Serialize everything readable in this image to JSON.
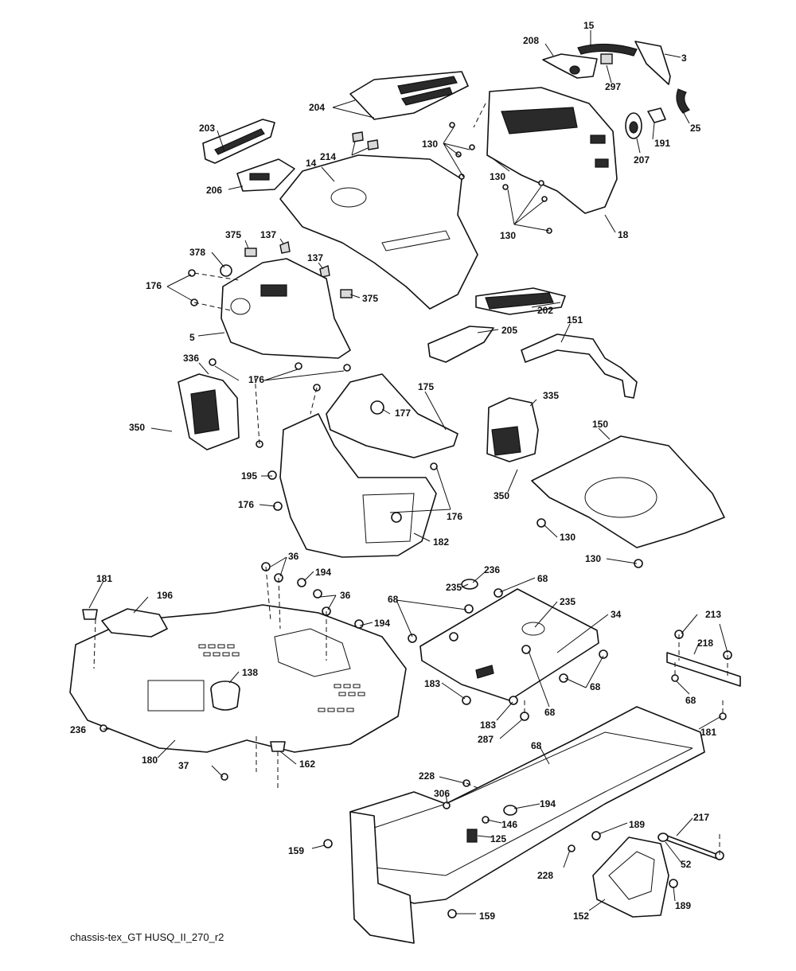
{
  "caption": "chassis-tex_GT HUSQ_II_270_r2",
  "callouts": [
    {
      "id": "c15",
      "text": "15"
    },
    {
      "id": "c208",
      "text": "208"
    },
    {
      "id": "c3",
      "text": "3"
    },
    {
      "id": "c297",
      "text": "297"
    },
    {
      "id": "c204",
      "text": "204"
    },
    {
      "id": "c25",
      "text": "25"
    },
    {
      "id": "c203",
      "text": "203"
    },
    {
      "id": "c130a",
      "text": "130"
    },
    {
      "id": "c191",
      "text": "191"
    },
    {
      "id": "c207",
      "text": "207"
    },
    {
      "id": "c214",
      "text": "214"
    },
    {
      "id": "c14",
      "text": "14"
    },
    {
      "id": "c206",
      "text": "206"
    },
    {
      "id": "c130b",
      "text": "130"
    },
    {
      "id": "c130c",
      "text": "130"
    },
    {
      "id": "c18",
      "text": "18"
    },
    {
      "id": "c375a",
      "text": "375"
    },
    {
      "id": "c137a",
      "text": "137"
    },
    {
      "id": "c378",
      "text": "378"
    },
    {
      "id": "c137b",
      "text": "137"
    },
    {
      "id": "c176a",
      "text": "176"
    },
    {
      "id": "c375b",
      "text": "375"
    },
    {
      "id": "c202",
      "text": "202"
    },
    {
      "id": "c5",
      "text": "5"
    },
    {
      "id": "c151",
      "text": "151"
    },
    {
      "id": "c205",
      "text": "205"
    },
    {
      "id": "c336",
      "text": "336"
    },
    {
      "id": "c176b",
      "text": "176"
    },
    {
      "id": "c175",
      "text": "175"
    },
    {
      "id": "c335",
      "text": "335"
    },
    {
      "id": "c177",
      "text": "177"
    },
    {
      "id": "c350a",
      "text": "350"
    },
    {
      "id": "c150",
      "text": "150"
    },
    {
      "id": "c195",
      "text": "195"
    },
    {
      "id": "c350b",
      "text": "350"
    },
    {
      "id": "c176c",
      "text": "176"
    },
    {
      "id": "c176d",
      "text": "176"
    },
    {
      "id": "c130d",
      "text": "130"
    },
    {
      "id": "c182",
      "text": "182"
    },
    {
      "id": "c130e",
      "text": "130"
    },
    {
      "id": "c36a",
      "text": "36"
    },
    {
      "id": "c236a",
      "text": "236"
    },
    {
      "id": "c181a",
      "text": "181"
    },
    {
      "id": "c194a",
      "text": "194"
    },
    {
      "id": "c235a",
      "text": "235"
    },
    {
      "id": "c68a",
      "text": "68"
    },
    {
      "id": "c196",
      "text": "196"
    },
    {
      "id": "c36b",
      "text": "36"
    },
    {
      "id": "c68b",
      "text": "68"
    },
    {
      "id": "c235b",
      "text": "235"
    },
    {
      "id": "c194b",
      "text": "194"
    },
    {
      "id": "c34",
      "text": "34"
    },
    {
      "id": "c213",
      "text": "213"
    },
    {
      "id": "c218",
      "text": "218"
    },
    {
      "id": "c138",
      "text": "138"
    },
    {
      "id": "c183a",
      "text": "183"
    },
    {
      "id": "c68c",
      "text": "68"
    },
    {
      "id": "c68d",
      "text": "68"
    },
    {
      "id": "c68e",
      "text": "68"
    },
    {
      "id": "c236b",
      "text": "236"
    },
    {
      "id": "c287",
      "text": "287"
    },
    {
      "id": "c183b",
      "text": "183"
    },
    {
      "id": "c68f",
      "text": "68"
    },
    {
      "id": "c180",
      "text": "180"
    },
    {
      "id": "c37",
      "text": "37"
    },
    {
      "id": "c162",
      "text": "162"
    },
    {
      "id": "c181b",
      "text": "181"
    },
    {
      "id": "c228a",
      "text": "228"
    },
    {
      "id": "c306",
      "text": "306"
    },
    {
      "id": "c194c",
      "text": "194"
    },
    {
      "id": "c217",
      "text": "217"
    },
    {
      "id": "c146",
      "text": "146"
    },
    {
      "id": "c189a",
      "text": "189"
    },
    {
      "id": "c125",
      "text": "125"
    },
    {
      "id": "c159a",
      "text": "159"
    },
    {
      "id": "c52",
      "text": "52"
    },
    {
      "id": "c228b",
      "text": "228"
    },
    {
      "id": "c189b",
      "text": "189"
    },
    {
      "id": "c152",
      "text": "152"
    },
    {
      "id": "c159b",
      "text": "159"
    }
  ]
}
